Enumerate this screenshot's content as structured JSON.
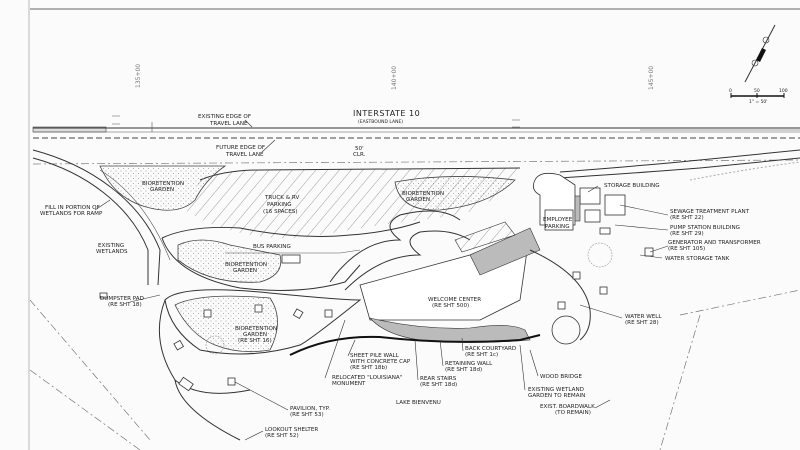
{
  "stations": [
    "135+00",
    "140+00",
    "145+00"
  ],
  "highway": {
    "name": "INTERSTATE 10",
    "direction": "(EASTBOUND LANE)"
  },
  "scale_bar": {
    "ticks": [
      "0",
      "50",
      "100"
    ],
    "ratio": "1\" = 50'"
  },
  "labels": {
    "existing_edge": [
      "EXISTING EDGE OF",
      "TRAVEL LANE"
    ],
    "future_edge": [
      "FUTURE EDGE OF",
      "TRAVEL LANE"
    ],
    "clearance": [
      "50'",
      "CLR."
    ],
    "bioretention_left": [
      "BIORETENTION",
      "GARDEN"
    ],
    "truck_parking": [
      "TRUCK & RV",
      "PARKING",
      "(16 SPACES)"
    ],
    "fill_wetlands": [
      "FILL IN PORTION OF",
      "WETLANDS FOR RAMP"
    ],
    "bioretention_mid": [
      "BIORETENTION",
      "GARDEN"
    ],
    "existing_wetlands": [
      "EXISTING",
      "WETLANDS"
    ],
    "bus_parking": "BUS PARKING",
    "bioretention_bus": [
      "BIORETENTION",
      "GARDEN"
    ],
    "dumpster_pad": [
      "DUMPSTER PAD",
      "(RE SHT 18)"
    ],
    "bioretention_south": [
      "BIORETENTION",
      "GARDEN",
      "(RE SHT 16)"
    ],
    "welcome_center": [
      "WELCOME CENTER",
      "(RE SHT 500)"
    ],
    "storage_building": "STORAGE BUILDING",
    "employee_parking": [
      "EMPLOYEE",
      "PARKING"
    ],
    "sewage_plant": [
      "SEWAGE TREATMENT PLANT",
      "(RE SHT 22)"
    ],
    "pump_station": [
      "PUMP STATION BUILDING",
      "(RE SHT 29)"
    ],
    "generator": [
      "GENERATOR AND TRANSFORMER",
      "(RE SHT 105)"
    ],
    "water_tank": "WATER STORAGE TANK",
    "water_well": [
      "WATER WELL",
      "(RE SHT 28)"
    ],
    "sheet_pile": [
      "SHEET PILE WALL",
      "WITH CONCRETE CAP",
      "(RE SHT 18b)"
    ],
    "back_courtyard": [
      "BACK COURTYARD",
      "(RE SHT 1c)"
    ],
    "retaining_wall": [
      "RETAINING WALL",
      "(RE SHT 18d)"
    ],
    "wood_bridge": "WOOD BRIDGE",
    "monument": [
      "RELOCATED \"LOUISIANA\"",
      "MONUMENT"
    ],
    "rear_stairs": [
      "REAR STAIRS",
      "(RE SHT 18d)"
    ],
    "wetland_garden": [
      "EXISTING WETLAND",
      "GARDEN TO REMAIN"
    ],
    "pavilion": [
      "PAVILION, TYP.",
      "(RE SHT 53)"
    ],
    "lake": "LAKE BIENVENU",
    "boardwalk": [
      "EXIST. BOARDWALK",
      "(TO REMAIN)"
    ],
    "lookout": [
      "LOOKOUT SHELTER",
      "(RE SHT 52)"
    ]
  }
}
